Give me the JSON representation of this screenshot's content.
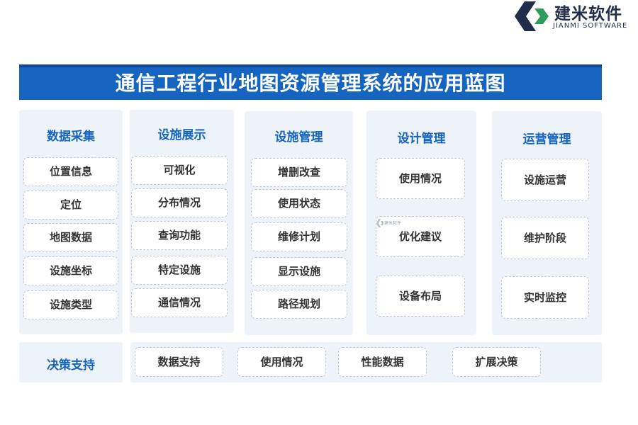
{
  "logo": {
    "name_cn": "建米软件",
    "name_en": "JIANMI SOFTWARE",
    "icon": "jianmi-logo-mark"
  },
  "title": "通信工程行业地图资源管理系统的应用蓝图",
  "columns": [
    {
      "title": "数据采集",
      "items": [
        "位置信息",
        "定位",
        "地图数据",
        "设施坐标",
        "设施类型"
      ]
    },
    {
      "title": "设施展示",
      "items": [
        "可视化",
        "分布情况",
        "查询功能",
        "特定设施",
        "通信情况"
      ]
    },
    {
      "title": "设施管理",
      "items": [
        "增删改查",
        "使用状态",
        "维修计划",
        "显示设施",
        "路径规划"
      ]
    },
    {
      "title": "设计管理",
      "items": [
        "使用情况",
        "优化建议",
        "设备布局"
      ]
    },
    {
      "title": "运营管理",
      "items": [
        "设施运营",
        "维护阶段",
        "实时监控"
      ]
    }
  ],
  "decision": {
    "label": "决策支持",
    "items": [
      "数据支持",
      "使用情况",
      "性能数据",
      "扩展决策"
    ]
  },
  "watermark": {
    "text": "建米软件"
  },
  "colors": {
    "accent": "#1565c0",
    "panel": "#eef3f9",
    "item_border": "#bfc8d4",
    "text": "#333333"
  }
}
